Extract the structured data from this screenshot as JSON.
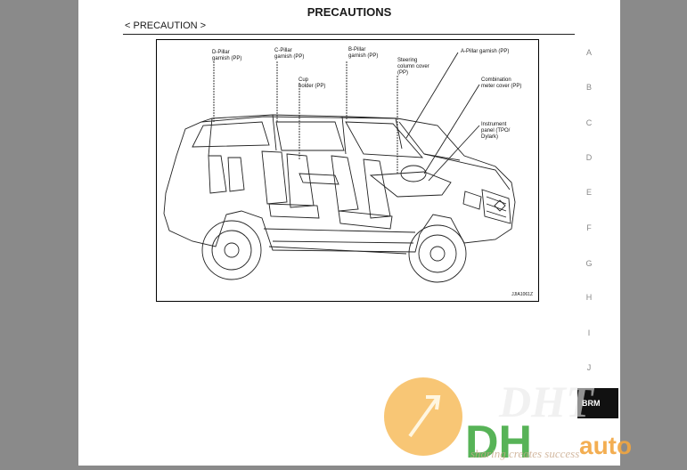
{
  "header": {
    "title": "PRECAUTIONS",
    "section": "< PRECAUTION >"
  },
  "figure": {
    "id": "JJIA1061Z",
    "callouts": {
      "d_pillar": "D-Pillar\ngarnish (PP)",
      "c_pillar": "C-Pillar\ngarnish (PP)",
      "cup_holder": "Cup\nholder (PP)",
      "b_pillar": "B-Pillar\ngarnish (PP)",
      "steering": "Steering\ncolumn cover\n(PP)",
      "a_pillar": "A-Pillar garnish (PP)",
      "combination": "Combination\nmeter cover (PP)",
      "instrument": "Instrument\npanel (TPO/\nDylark)"
    }
  },
  "side_index": {
    "letters": [
      "A",
      "B",
      "C",
      "D",
      "E",
      "F",
      "G",
      "H",
      "I",
      "J"
    ],
    "active_tab": "BRM"
  },
  "watermark": {
    "text": "sharing creates success",
    "colors": {
      "orange": "#f2a640",
      "green": "#3aa63a"
    }
  }
}
